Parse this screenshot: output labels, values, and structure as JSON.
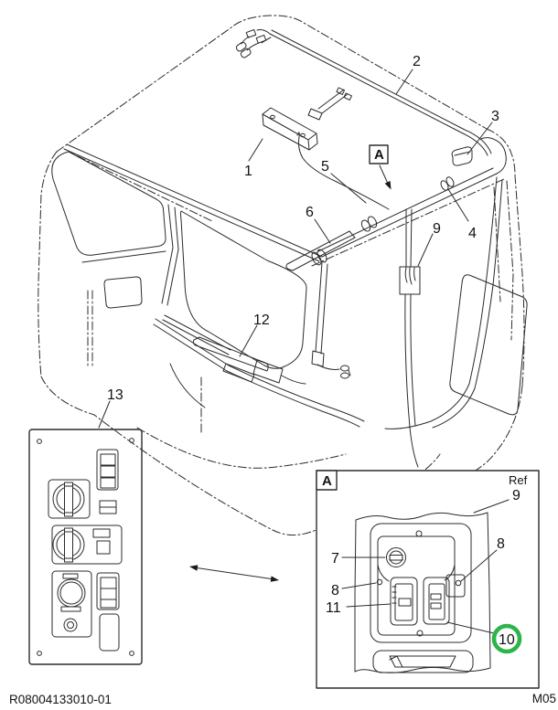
{
  "colors": {
    "line": "#2b2b2b",
    "background": "#ffffff",
    "highlight_green": "#2db44a"
  },
  "footer": {
    "document_code": "R08004133010-01",
    "page_code": "M05"
  },
  "diagram": {
    "detail_marker": "A",
    "callouts": {
      "c1": "1",
      "c2": "2",
      "c3": "3",
      "c4": "4",
      "c5": "5",
      "c6": "6",
      "c9": "9",
      "c12": "12",
      "c13": "13"
    }
  },
  "inset": {
    "marker": "A",
    "ref_text": "Ref",
    "ref_number": "9",
    "callouts": {
      "c7": "7",
      "c8_left": "8",
      "c8_right": "8",
      "c11": "11"
    },
    "highlighted_callout": {
      "number": "10",
      "ring_color": "#2db44a"
    }
  }
}
